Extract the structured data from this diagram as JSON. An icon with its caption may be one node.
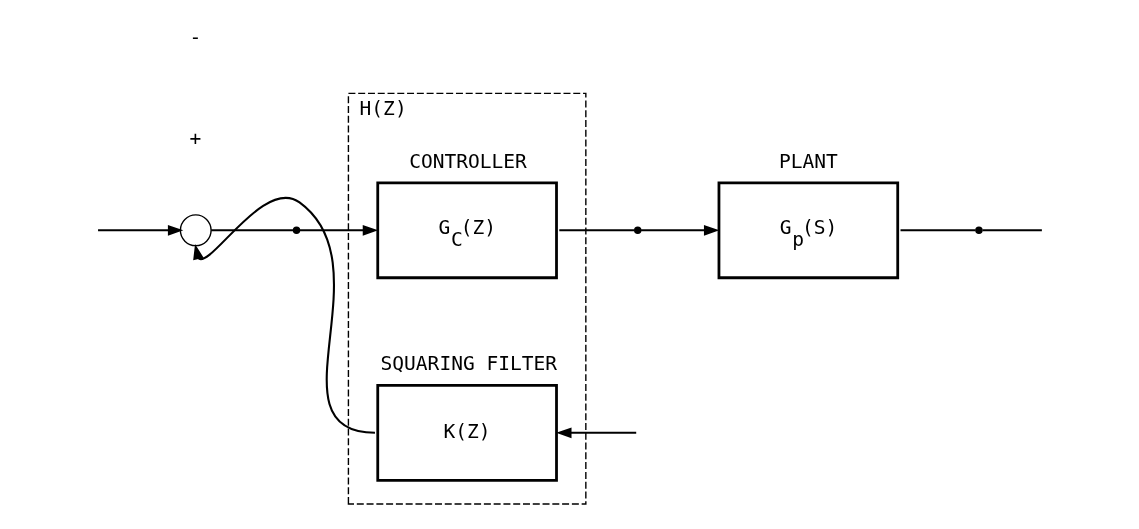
{
  "diagram": {
    "nodes": [
      {
        "text": [
          "H(Z)"
        ]
      },
      {
        "text": [],
        "shape": "circle"
      },
      {
        "text": [],
        "shape": "switch"
      },
      {
        "text": [
          "CONTROLLER",
          "G$_{C}$(Z)"
        ],
        "in": 0
      },
      {
        "text": [],
        "shape": "switch"
      },
      {
        "text": [
          "PLANT",
          "G$_{p}$(S)"
        ]
      },
      {
        "text": [],
        "shape": "switch"
      },
      {
        "text": [
          "SQUARING FILTER",
          "K(Z)"
        ],
        "in": 0
      }
    ],
    "edges": [
      {
        "from": null,
        "to": 1,
        "arrow": "to"
      },
      {
        "from": 1,
        "to": 2,
        "arrow": "none"
      },
      {
        "from": 2,
        "to": 3,
        "arrow": "to"
      },
      {
        "from": 3,
        "to": 4,
        "arrow": "none"
      },
      {
        "from": 4,
        "to": 5,
        "arrow": "to"
      },
      {
        "from": 5,
        "to": 6,
        "arrow": "none"
      },
      {
        "from": 6,
        "to": null,
        "arrow": "none"
      },
      {
        "from": null,
        "to": 7,
        "arrow": "to"
      },
      {
        "from": 7,
        "to": 1,
        "arrow": "to"
      }
    ],
    "labels": [
      "+",
      "-"
    ]
  }
}
